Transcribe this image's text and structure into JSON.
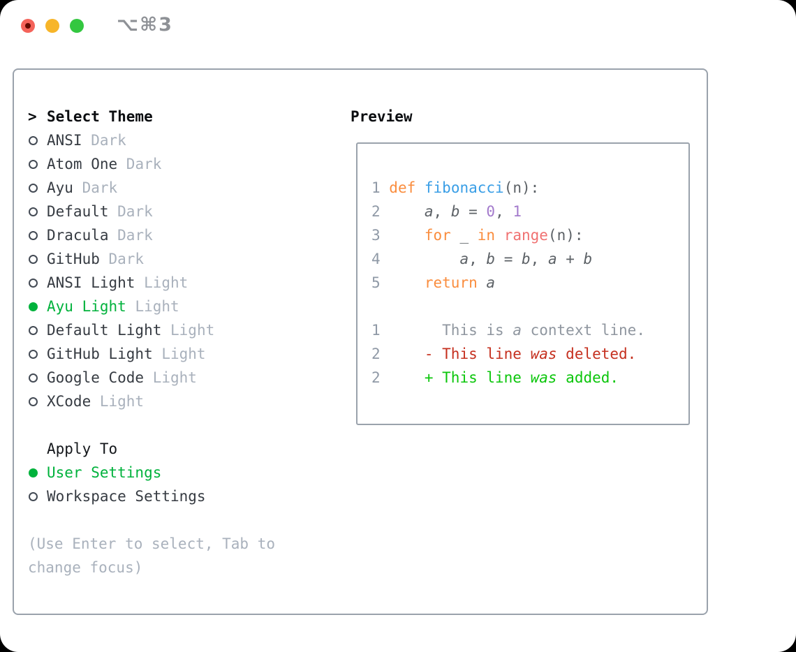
{
  "window": {
    "title": "⌥⌘3"
  },
  "titlebar_buttons": [
    {
      "name": "close",
      "color": "#f4635a",
      "dot_color": "#640a00"
    },
    {
      "name": "minimize",
      "color": "#f7b529"
    },
    {
      "name": "zoom",
      "color": "#33c740"
    }
  ],
  "theme_picker": {
    "prompt": ">",
    "header": "Select Theme",
    "items": [
      {
        "name": "ANSI",
        "tag": "Dark",
        "selected": false
      },
      {
        "name": "Atom One",
        "tag": "Dark",
        "selected": false
      },
      {
        "name": "Ayu",
        "tag": "Dark",
        "selected": false
      },
      {
        "name": "Default",
        "tag": "Dark",
        "selected": false
      },
      {
        "name": "Dracula",
        "tag": "Dark",
        "selected": false
      },
      {
        "name": "GitHub",
        "tag": "Dark",
        "selected": false
      },
      {
        "name": "ANSI Light",
        "tag": "Light",
        "selected": false
      },
      {
        "name": "Ayu Light",
        "tag": "Light",
        "selected": true
      },
      {
        "name": "Default Light",
        "tag": "Light",
        "selected": false
      },
      {
        "name": "GitHub Light",
        "tag": "Light",
        "selected": false
      },
      {
        "name": "Google Code",
        "tag": "Light",
        "selected": false
      },
      {
        "name": "XCode",
        "tag": "Light",
        "selected": false
      }
    ]
  },
  "apply_to": {
    "header": "Apply To",
    "options": [
      {
        "name": "User Settings",
        "selected": true
      },
      {
        "name": "Workspace Settings",
        "selected": false
      }
    ]
  },
  "hint": {
    "lines": [
      "(Use Enter to select, Tab to",
      "change focus)"
    ]
  },
  "preview": {
    "title": "Preview",
    "lines": [
      [
        [
          "ln",
          "1 "
        ],
        [
          "kw",
          "def"
        ],
        [
          "pl",
          " "
        ],
        [
          "fn",
          "fibonacci"
        ],
        [
          "pl",
          "(n):"
        ]
      ],
      [
        [
          "ln",
          "2 "
        ],
        [
          "pl",
          "    "
        ],
        [
          "var",
          "a"
        ],
        [
          "pl",
          ", "
        ],
        [
          "var",
          "b"
        ],
        [
          "pl",
          " = "
        ],
        [
          "num",
          "0"
        ],
        [
          "pl",
          ", "
        ],
        [
          "num",
          "1"
        ]
      ],
      [
        [
          "ln",
          "3 "
        ],
        [
          "pl",
          "    "
        ],
        [
          "kw",
          "for"
        ],
        [
          "pl",
          " _ "
        ],
        [
          "kw",
          "in"
        ],
        [
          "pl",
          " "
        ],
        [
          "call",
          "range"
        ],
        [
          "pl",
          "(n):"
        ]
      ],
      [
        [
          "ln",
          "4 "
        ],
        [
          "pl",
          "        "
        ],
        [
          "var",
          "a"
        ],
        [
          "pl",
          ", "
        ],
        [
          "var",
          "b"
        ],
        [
          "pl",
          " = "
        ],
        [
          "var",
          "b"
        ],
        [
          "pl",
          ", "
        ],
        [
          "var",
          "a"
        ],
        [
          "pl",
          " + "
        ],
        [
          "var",
          "b"
        ]
      ],
      [
        [
          "ln",
          "5 "
        ],
        [
          "pl",
          "    "
        ],
        [
          "kw",
          "return"
        ],
        [
          "pl",
          " "
        ],
        [
          "var",
          "a"
        ]
      ],
      [],
      [
        [
          "ln",
          "1 "
        ],
        [
          "pl",
          "      "
        ],
        [
          "ctx",
          "This is "
        ],
        [
          "ctxv",
          "a"
        ],
        [
          "ctx",
          " context line."
        ]
      ],
      [
        [
          "ln",
          "2 "
        ],
        [
          "pl",
          "    "
        ],
        [
          "del",
          "- This line "
        ],
        [
          "delv",
          "was"
        ],
        [
          "del",
          " deleted."
        ]
      ],
      [
        [
          "ln",
          "2 "
        ],
        [
          "pl",
          "    "
        ],
        [
          "add",
          "+ This line "
        ],
        [
          "addv",
          "was"
        ],
        [
          "add",
          " added."
        ]
      ]
    ]
  },
  "icons": {
    "radio_unselected": "circle-outline",
    "radio_selected": "circle-filled",
    "close_dot": "record-dot"
  },
  "colors": {
    "accent_green": "#00b23c",
    "diff_added": "#0bc60b",
    "diff_deleted": "#c5301f",
    "syntax_keyword": "#fa8d3e",
    "syntax_function": "#399ee6",
    "syntax_number": "#a37acc",
    "syntax_call": "#f07171",
    "syntax_foreground": "#5c6166",
    "gutter": "#8f99a6",
    "muted": "#a9b1bc",
    "text": "#363b42",
    "heading": "#0b0d10",
    "border": "#9aa2ac",
    "window_title": "#8e9196",
    "traffic_red": "#f4635a",
    "traffic_red_dot": "#640a00",
    "traffic_yellow": "#f7b529",
    "traffic_green": "#33c740"
  }
}
